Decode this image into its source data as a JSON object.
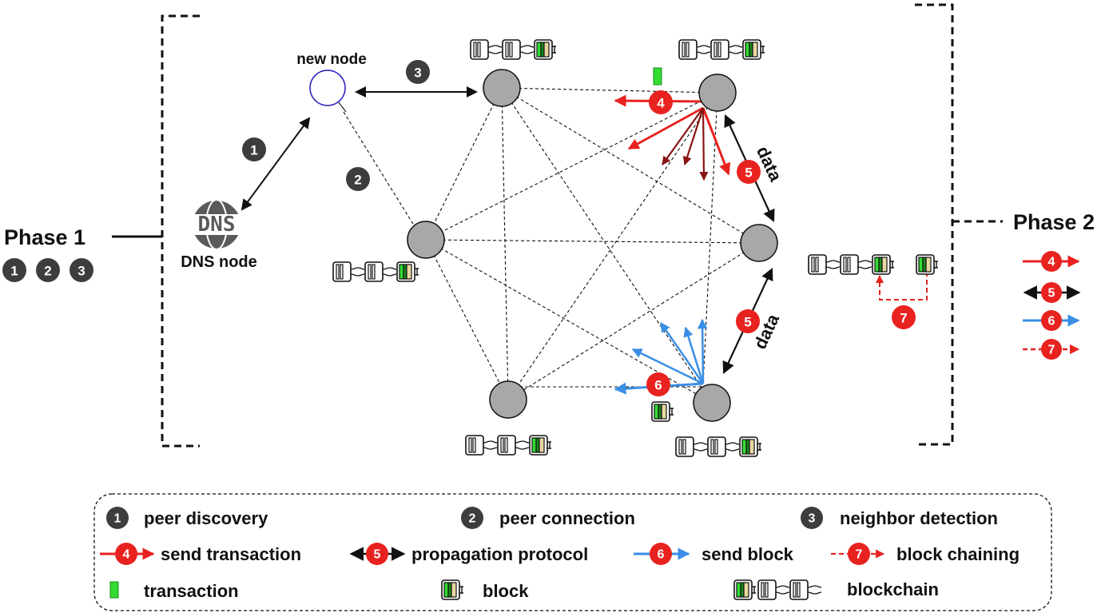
{
  "labels": {
    "phase1": "Phase 1",
    "phase2": "Phase 2",
    "new_node": "new node",
    "dns_node": "DNS node",
    "dns_logo": "DNS",
    "data_upper": "data",
    "data_lower": "data"
  },
  "phase1_steps": [
    "1",
    "2",
    "3"
  ],
  "phase2_steps": [
    "4",
    "5",
    "6",
    "7"
  ],
  "diagram_steps": {
    "s1": "1",
    "s2": "2",
    "s3": "3",
    "s4": "4",
    "s5a": "5",
    "s5b": "5",
    "s6": "6",
    "s7": "7"
  },
  "legend": {
    "row1": [
      {
        "num": "1",
        "text": "peer discovery"
      },
      {
        "num": "2",
        "text": "peer connection"
      },
      {
        "num": "3",
        "text": "neighbor detection"
      }
    ],
    "row2": [
      {
        "num": "4",
        "text": "send transaction",
        "color": "#e8221f"
      },
      {
        "num": "5",
        "text": "propagation protocol",
        "color": "#111111"
      },
      {
        "num": "6",
        "text": "send block",
        "color": "#3a8ee6"
      },
      {
        "num": "7",
        "text": "block chaining",
        "color": "#e8221f"
      }
    ],
    "row3": [
      {
        "icon": "transaction-icon",
        "text": "transaction"
      },
      {
        "icon": "block-icon",
        "text": "block"
      },
      {
        "icon": "blockchain-icon",
        "text": "blockchain"
      }
    ]
  },
  "colors": {
    "node_fill": "#a8a8a8",
    "new_node_stroke": "#2b1fbf",
    "step_dark": "#3d3d3d",
    "step_red": "#e8221f",
    "send_transaction": "#e8221f",
    "send_block": "#3a8ee6",
    "transaction_green": "#33dd33",
    "block_tan": "#e8d8a0"
  }
}
